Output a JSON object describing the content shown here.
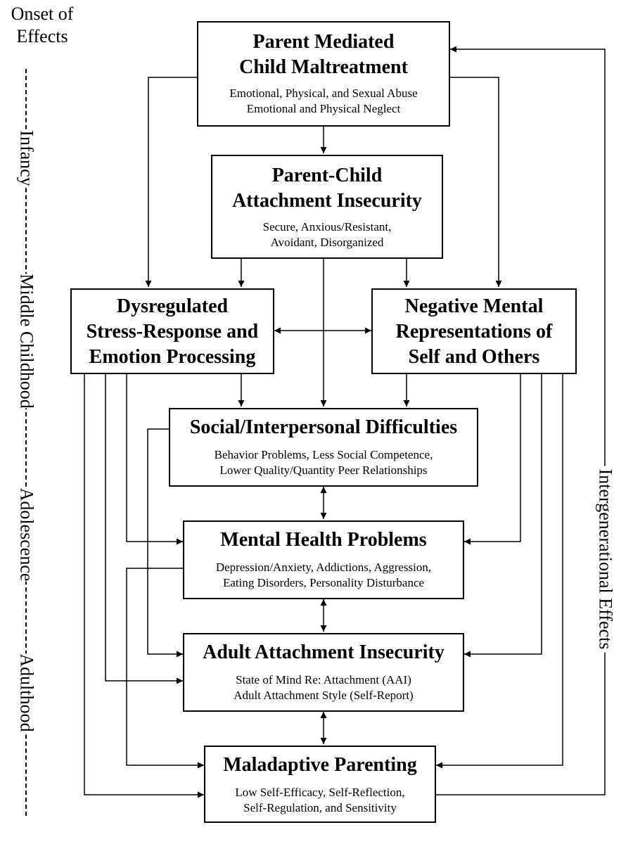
{
  "timeline": {
    "heading": [
      "Onset of",
      "Effects"
    ],
    "stages": [
      "Infancy",
      "Middle Childhood",
      "Adolescence",
      "Adulthood"
    ]
  },
  "side_label": "Intergenerational Effects",
  "boxes": {
    "maltreatment": {
      "title": [
        "Parent Mediated",
        "Child Maltreatment"
      ],
      "sub": [
        "Emotional, Physical, and Sexual Abuse",
        "Emotional and Physical Neglect"
      ]
    },
    "attachment": {
      "title": [
        "Parent-Child",
        "Attachment Insecurity"
      ],
      "sub": [
        "Secure, Anxious/Resistant,",
        "Avoidant, Disorganized"
      ]
    },
    "dysregulated": {
      "title": [
        "Dysregulated",
        "Stress-Response and",
        "Emotion Processing"
      ],
      "sub": []
    },
    "negative": {
      "title": [
        "Negative Mental",
        "Representations of",
        "Self and Others"
      ],
      "sub": []
    },
    "social": {
      "title": [
        "Social/Interpersonal Difficulties"
      ],
      "sub": [
        "Behavior Problems, Less Social Competence,",
        "Lower Quality/Quantity Peer Relationships"
      ]
    },
    "mental": {
      "title": [
        "Mental Health Problems"
      ],
      "sub": [
        "Depression/Anxiety, Addictions, Aggression,",
        "Eating Disorders, Personality Disturbance"
      ]
    },
    "adult": {
      "title": [
        "Adult Attachment Insecurity"
      ],
      "sub": [
        "State of Mind Re: Attachment (AAI)",
        "Adult Attachment Style (Self-Report)"
      ]
    },
    "parenting": {
      "title": [
        "Maladaptive Parenting"
      ],
      "sub": [
        "Low Self-Efficacy, Self-Reflection,",
        "Self-Regulation, and Sensitivity"
      ]
    }
  }
}
